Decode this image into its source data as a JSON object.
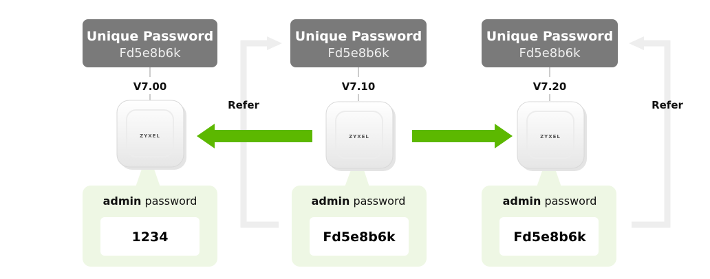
{
  "colors": {
    "password_box": "#7a7a7a",
    "green_panel": "#eef7e4",
    "green_arrow": "#5cb800",
    "grey_arrow": "#eeeeee"
  },
  "devices": [
    {
      "unique_password_title": "Unique Password",
      "unique_password_value": "Fd5e8b6k",
      "version": "V7.00",
      "brand": "ZYXEL",
      "admin_label_strong": "admin",
      "admin_label_rest": "password",
      "admin_value": "1234"
    },
    {
      "unique_password_title": "Unique Password",
      "unique_password_value": "Fd5e8b6k",
      "version": "V7.10",
      "brand": "ZYXEL",
      "admin_label_strong": "admin",
      "admin_label_rest": "password",
      "admin_value": "Fd5e8b6k"
    },
    {
      "unique_password_title": "Unique Password",
      "unique_password_value": "Fd5e8b6k",
      "version": "V7.20",
      "brand": "ZYXEL",
      "admin_label_strong": "admin",
      "admin_label_rest": "password",
      "admin_value": "Fd5e8b6k"
    }
  ],
  "refer_labels": [
    "Refer",
    "Refer"
  ]
}
